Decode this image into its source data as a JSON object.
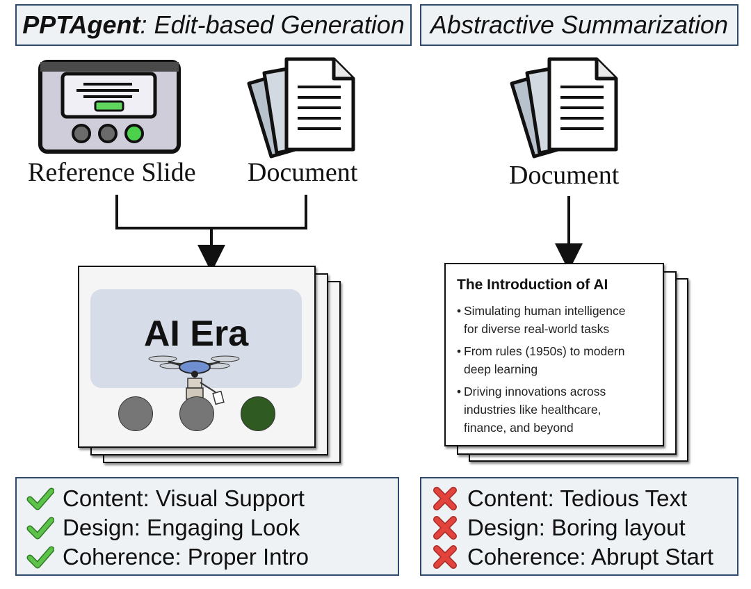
{
  "left_header": {
    "bold": "PPTAgent",
    "rest": ": Edit-based Generation"
  },
  "right_header": {
    "text": "Abstractive Summarization"
  },
  "labels": {
    "reference_slide": "Reference Slide",
    "document_left": "Document",
    "document_right": "Document"
  },
  "slide": {
    "title": "AI Era"
  },
  "summary_slide": {
    "title": "The Introduction of AI",
    "bullets": [
      {
        "line1": "Simulating human intelligence",
        "line2": "for diverse real-world tasks",
        "line3": ""
      },
      {
        "line1": "From rules (1950s) to modern",
        "line2": "deep learning",
        "line3": ""
      },
      {
        "line1": "Driving innovations across",
        "line2": "industries like healthcare,",
        "line3": "finance, and beyond"
      }
    ]
  },
  "pros": [
    "Content: Visual Support",
    "Design: Engaging Look",
    "Coherence: Proper Intro"
  ],
  "cons": [
    "Content: Tedious Text",
    "Design: Boring layout",
    "Coherence: Abrupt Start"
  ],
  "colors": {
    "check": "#5cc24a",
    "cross": "#e2433c",
    "box_border": "#2e4a6a",
    "box_fill": "#eef2f5",
    "slide_panel": "#d7dde8",
    "green_circle": "#2f5a22",
    "grey_circle": "#767676"
  }
}
